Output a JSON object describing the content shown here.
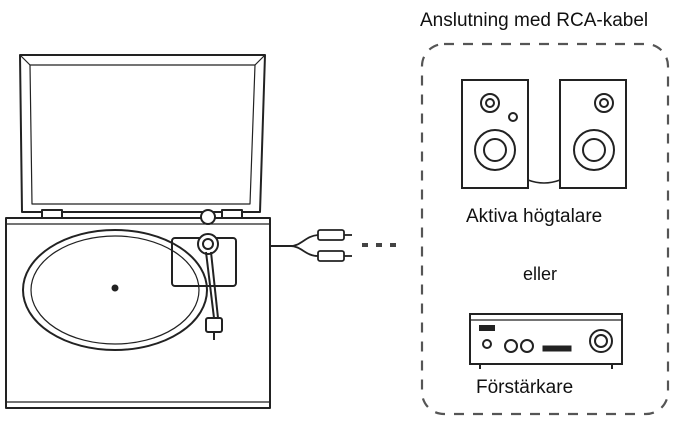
{
  "diagram": {
    "title": "Anslutning med RCA-kabel",
    "active_speakers_label": "Aktiva högtalare",
    "or_label": "eller",
    "amplifier_label": "Förstärkare"
  },
  "icons": {
    "turntable": "turntable-icon",
    "rca_cable": "rca-cable-icon",
    "speakers": "speaker-pair-icon",
    "amplifier": "amplifier-icon"
  },
  "colors": {
    "line": "#222222",
    "dash": "#555555",
    "background": "#ffffff"
  }
}
